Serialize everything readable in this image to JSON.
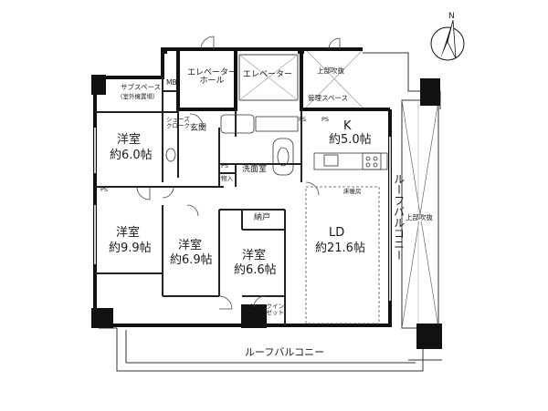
{
  "compass": {
    "north_label": "N"
  },
  "rooms": {
    "bedroom1": {
      "name": "洋室",
      "size": "約6.0帖"
    },
    "bedroom2": {
      "name": "洋室",
      "size": "約9.9帖"
    },
    "bedroom3": {
      "name": "洋室",
      "size": "約6.9帖"
    },
    "bedroom4": {
      "name": "洋室",
      "size": "約6.6帖"
    },
    "kitchen": {
      "name": "K",
      "size": "約5.0帖"
    },
    "living_dining": {
      "name": "LD",
      "size": "約21.6帖"
    }
  },
  "labels": {
    "elevator_hall": "エレベーター\nホール",
    "elevator": "エレベーター",
    "upper_void_top": "上部吹抜",
    "management_space": "管理スペース",
    "sub_space_line1": "サブスペース",
    "sub_space_line2": "（室外機置場）",
    "mb": "MB",
    "shoe_closet": "シューズ\nクローク",
    "entrance": "玄関",
    "ps_left": "PS",
    "ps_top": "PS",
    "ps_kitchen": "PS",
    "ps_wash": "PS",
    "storage": "物入",
    "washroom": "洗面室",
    "floor_heating": "床暖房",
    "nando": "納戸",
    "walk_in_closet": "ウォークイン\nクローゼット",
    "roof_balcony_right": "ルーフバルコニー",
    "upper_void_right": "上部吹抜",
    "roof_balcony_bottom": "ルーフバルコニー"
  }
}
